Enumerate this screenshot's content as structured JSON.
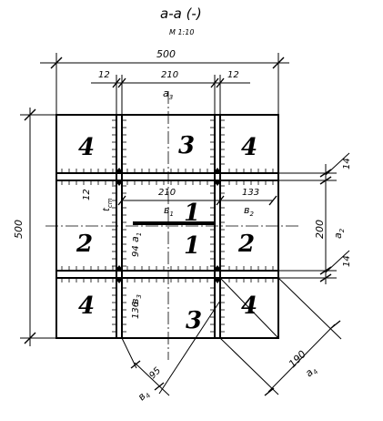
{
  "title": "а-а (-)",
  "scale": "М 1:10",
  "dims": {
    "overall_width": "500",
    "overall_height": "500",
    "left_flange": "12",
    "right_flange": "12",
    "mid_width": "210",
    "a3": "а",
    "a3_sub": "3",
    "inner_210": "210",
    "inner_133": "133",
    "b1": "в",
    "b1_sub": "1",
    "b2": "в",
    "b2_sub": "2",
    "t_cm": "t",
    "t_cm_sub": "cm",
    "twelve_left": "12",
    "a1": "а",
    "a1_sub": "1",
    "ninety_four": "94",
    "one_three_six": "136",
    "b3": "в",
    "b3_sub": "3",
    "right_14_top": "14",
    "right_14_bottom": "14",
    "right_200": "200",
    "a2": "а",
    "a2_sub": "2",
    "diag_190": "190",
    "a4": "а",
    "a4_sub": "4",
    "diag_95": "95",
    "b4": "в",
    "b4_sub": "4"
  },
  "zones": {
    "z4_tl": "4",
    "z3_top": "3",
    "z4_tr": "4",
    "z2_left": "2",
    "z1_top": "1",
    "z1_bottom": "1",
    "z2_right": "2",
    "z4_bl": "4",
    "z3_bottom": "3",
    "z4_br": "4"
  }
}
